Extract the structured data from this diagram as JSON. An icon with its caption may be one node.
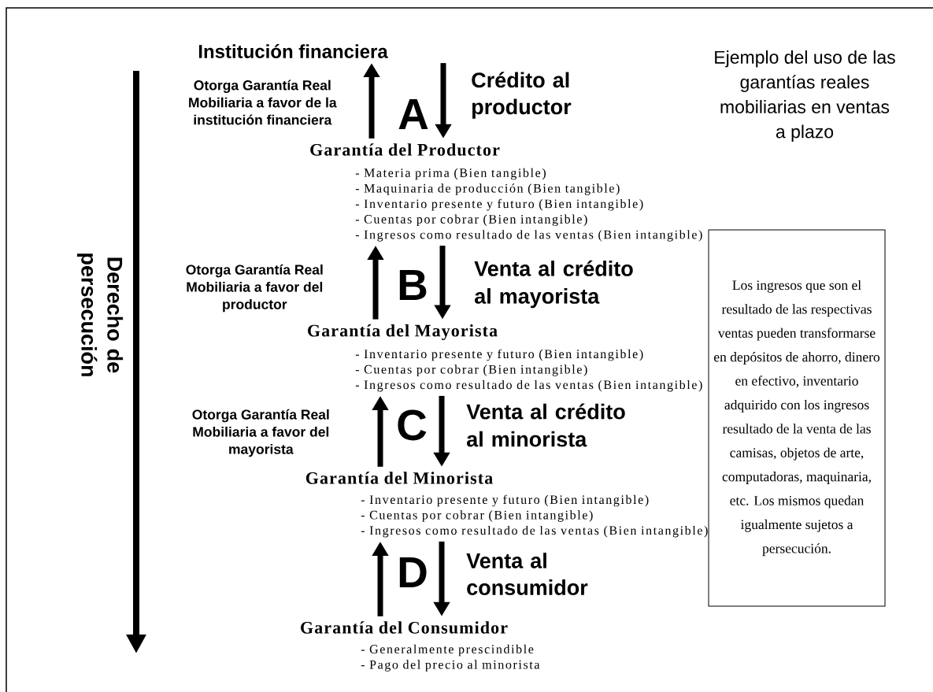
{
  "diagram": {
    "title": "Ejemplo del uso de las garantías reales mobiliarias en ventas a plazo",
    "nodes": [
      {
        "text": [
          "Institución financiera"
        ]
      },
      {
        "text": [
          "Garantía del Productor",
          "- Materia prima (Bien tangible)",
          "- Maquinaria de producción (Bien tangible)",
          "- Inventario presente y futuro (Bien intangible)",
          "- Cuentas por cobrar (Bien intangible)",
          "- Ingresos como resultado de las ventas (Bien intangible)"
        ]
      },
      {
        "text": [
          "Garantía del Mayorista",
          "- Inventario presente y futuro (Bien intangible)",
          "- Cuentas por cobrar (Bien intangible)",
          "- Ingresos como resultado de las ventas (Bien intangible)"
        ]
      },
      {
        "text": [
          "Garantía del Minorista",
          "- Inventario presente y futuro (Bien intangible)",
          "- Cuentas por cobrar (Bien intangible)",
          "- Ingresos como resultado de las ventas (Bien intangible)"
        ]
      },
      {
        "text": [
          "Garantía del Consumidor",
          "- Generalmente prescindible",
          "- Pago del precio al minorista"
        ]
      },
      {
        "text": [
          "Los ingresos que son el resultado de las respectivas ventas pueden transformarse en depósitos de ahorro, dinero en efectivo, inventario adquirido con los ingresos resultado de la venta de las camisas, objetos de arte, computadoras, maquinaria, etc. Los mismos quedan igualmente sujetos a persecución."
        ]
      }
    ],
    "edges": [
      {
        "from": 1,
        "to": 0,
        "arrow": "to",
        "label": "Otorga Garantía Real Mobiliaria a favor de la institución financiera"
      },
      {
        "from": 0,
        "to": 1,
        "arrow": "to",
        "label": "Crédito al productor"
      },
      {
        "from": 2,
        "to": 1,
        "arrow": "to",
        "label": "Otorga Garantía Real Mobiliaria a favor del productor"
      },
      {
        "from": 1,
        "to": 2,
        "arrow": "to",
        "label": "Venta al crédito al mayorista"
      },
      {
        "from": 3,
        "to": 2,
        "arrow": "to",
        "label": "Otorga Garantía Real Mobiliaria a favor del mayorista"
      },
      {
        "from": 2,
        "to": 3,
        "arrow": "to",
        "label": "Venta al crédito al minorista"
      },
      {
        "from": 4,
        "to": 3,
        "arrow": "to"
      },
      {
        "from": 3,
        "to": 4,
        "arrow": "to",
        "label": "Venta al consumidor"
      }
    ],
    "labels": [
      "A",
      "B",
      "C",
      "D",
      "Derecho de persecución"
    ]
  }
}
